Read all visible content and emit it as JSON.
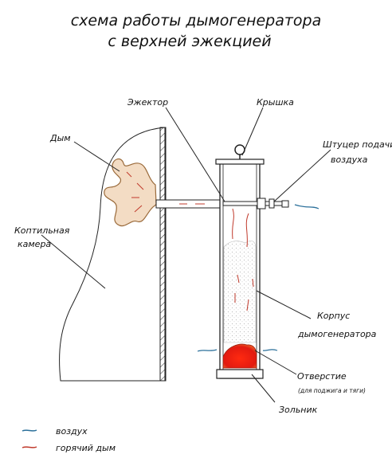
{
  "title": {
    "line1": "схема работы дымогенератора",
    "line2": "с верхней эжекцией"
  },
  "labels": {
    "ejector": "Эжектор",
    "lid": "Крышка",
    "smoke": "Дым",
    "fitting_line1": "Штуцер подачи",
    "fitting_line2": "воздуха",
    "chamber_line1": "Коптильная",
    "chamber_line2": "камера",
    "body_line1": "Корпус",
    "body_line2": "дымогенератора",
    "opening": "Отверстие",
    "opening_note": "(для поджига и тяги)",
    "ash_pit": "Зольник"
  },
  "legend": {
    "air": "воздух",
    "hot_smoke": "горячий дым"
  },
  "colors": {
    "air": "#2a6f9a",
    "hot_smoke": "#c0392b",
    "embers": "#e21a10",
    "smoke_fill": "#f3dcc4",
    "smoke_outline": "#9a6a3a"
  }
}
